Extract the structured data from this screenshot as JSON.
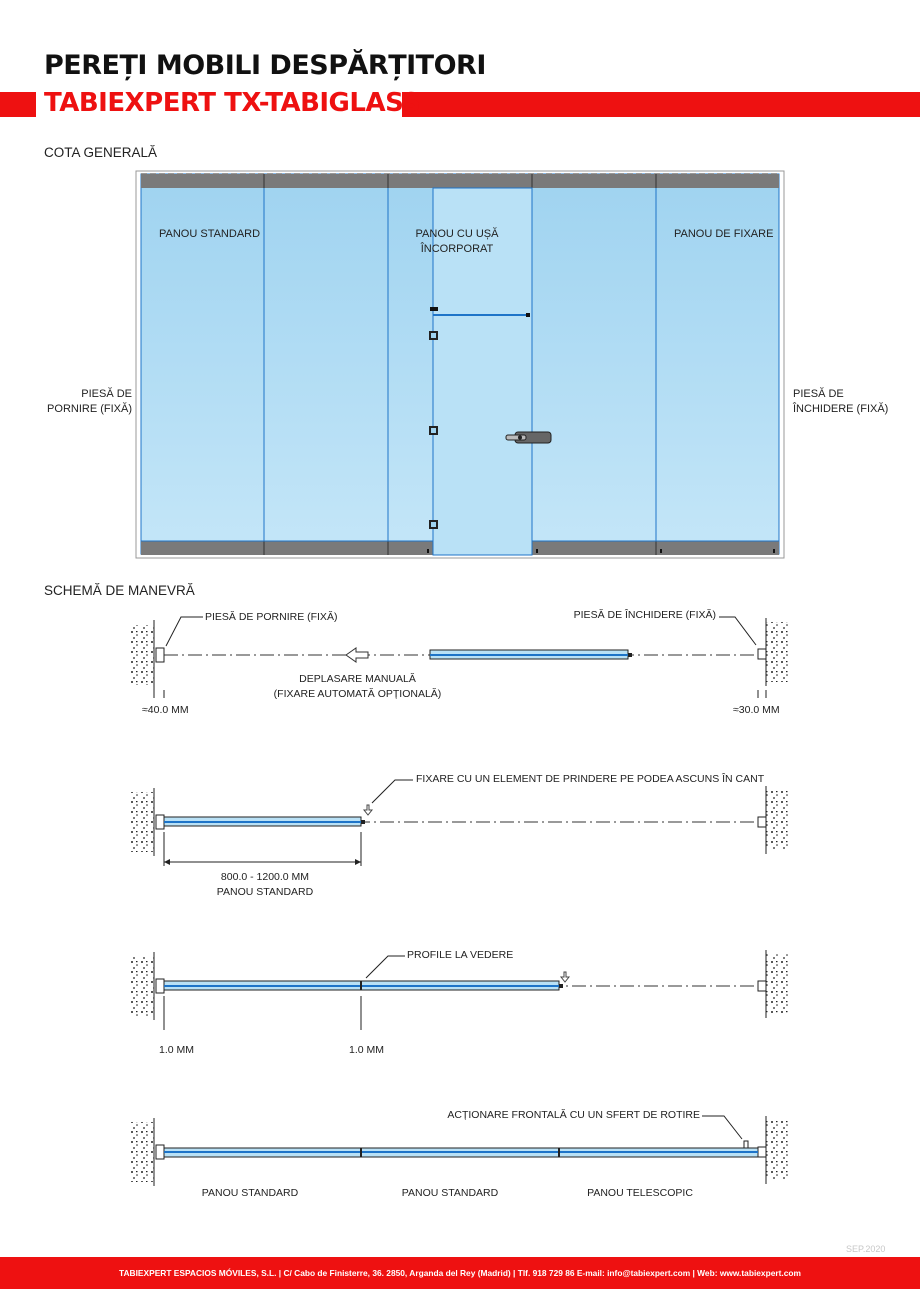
{
  "header": {
    "title": "PEREȚI MOBILI DESPĂRȚITORI",
    "subtitle": "TABIEXPERT TX-TABIGLASS"
  },
  "section1": {
    "title": "COTA GENERALĂ",
    "panel_standard": "PANOU STANDARD",
    "panel_door_line1": "PANOU CU UȘĂ",
    "panel_door_line2": "ÎNCORPORAT",
    "panel_fixing": "PANOU DE FIXARE",
    "start_piece_line1": "PIESĂ DE",
    "start_piece_line2": "PORNIRE (FIXĂ)",
    "end_piece_line1": "PIESĂ DE",
    "end_piece_line2": "ÎNCHIDERE (FIXĂ)"
  },
  "section2": {
    "title": "SCHEMĂ DE MANEVRĂ",
    "step1": {
      "start_piece": "PIESĂ DE PORNIRE (FIXĂ)",
      "end_piece": "PIESĂ DE ÎNCHIDERE (FIXĂ)",
      "movement_line1": "DEPLASARE MANUALĂ",
      "movement_line2": "(FIXARE AUTOMATĂ OPȚIONALĂ)",
      "left_clearance": "≈40.0 MM",
      "right_clearance": "≈30.0 MM"
    },
    "step2": {
      "fixing_note": "FIXARE CU UN ELEMENT DE PRINDERE PE PODEA ASCUNS ÎN CANT",
      "width_range": "800.0 - 1200.0 MM",
      "panel_label": "PANOU STANDARD"
    },
    "step3": {
      "profiles_note": "PROFILE LA VEDERE",
      "gap1": "1.0 MM",
      "gap2": "1.0 MM"
    },
    "step4": {
      "actuation_note": "ACȚIONARE FRONTALĂ CU UN SFERT DE ROTIRE",
      "panel1": "PANOU STANDARD",
      "panel2": "PANOU STANDARD",
      "panel3": "PANOU TELESCOPIC"
    }
  },
  "edition": "SEP.2020",
  "footer": "TABIEXPERT ESPACIOS MÓVILES, S.L. | C/ Cabo de Finisterre, 36. 2850, Arganda del Rey (Madrid) | Tlf. 918 729 86 E-mail: info@tabiexpert.com | Web: www.tabiexpert.com",
  "colors": {
    "brand_red": "#ee1111",
    "glass_blue": "#a8d8f2",
    "frame_blue": "#1e74c8",
    "rail_gray": "#7a7a7a"
  }
}
